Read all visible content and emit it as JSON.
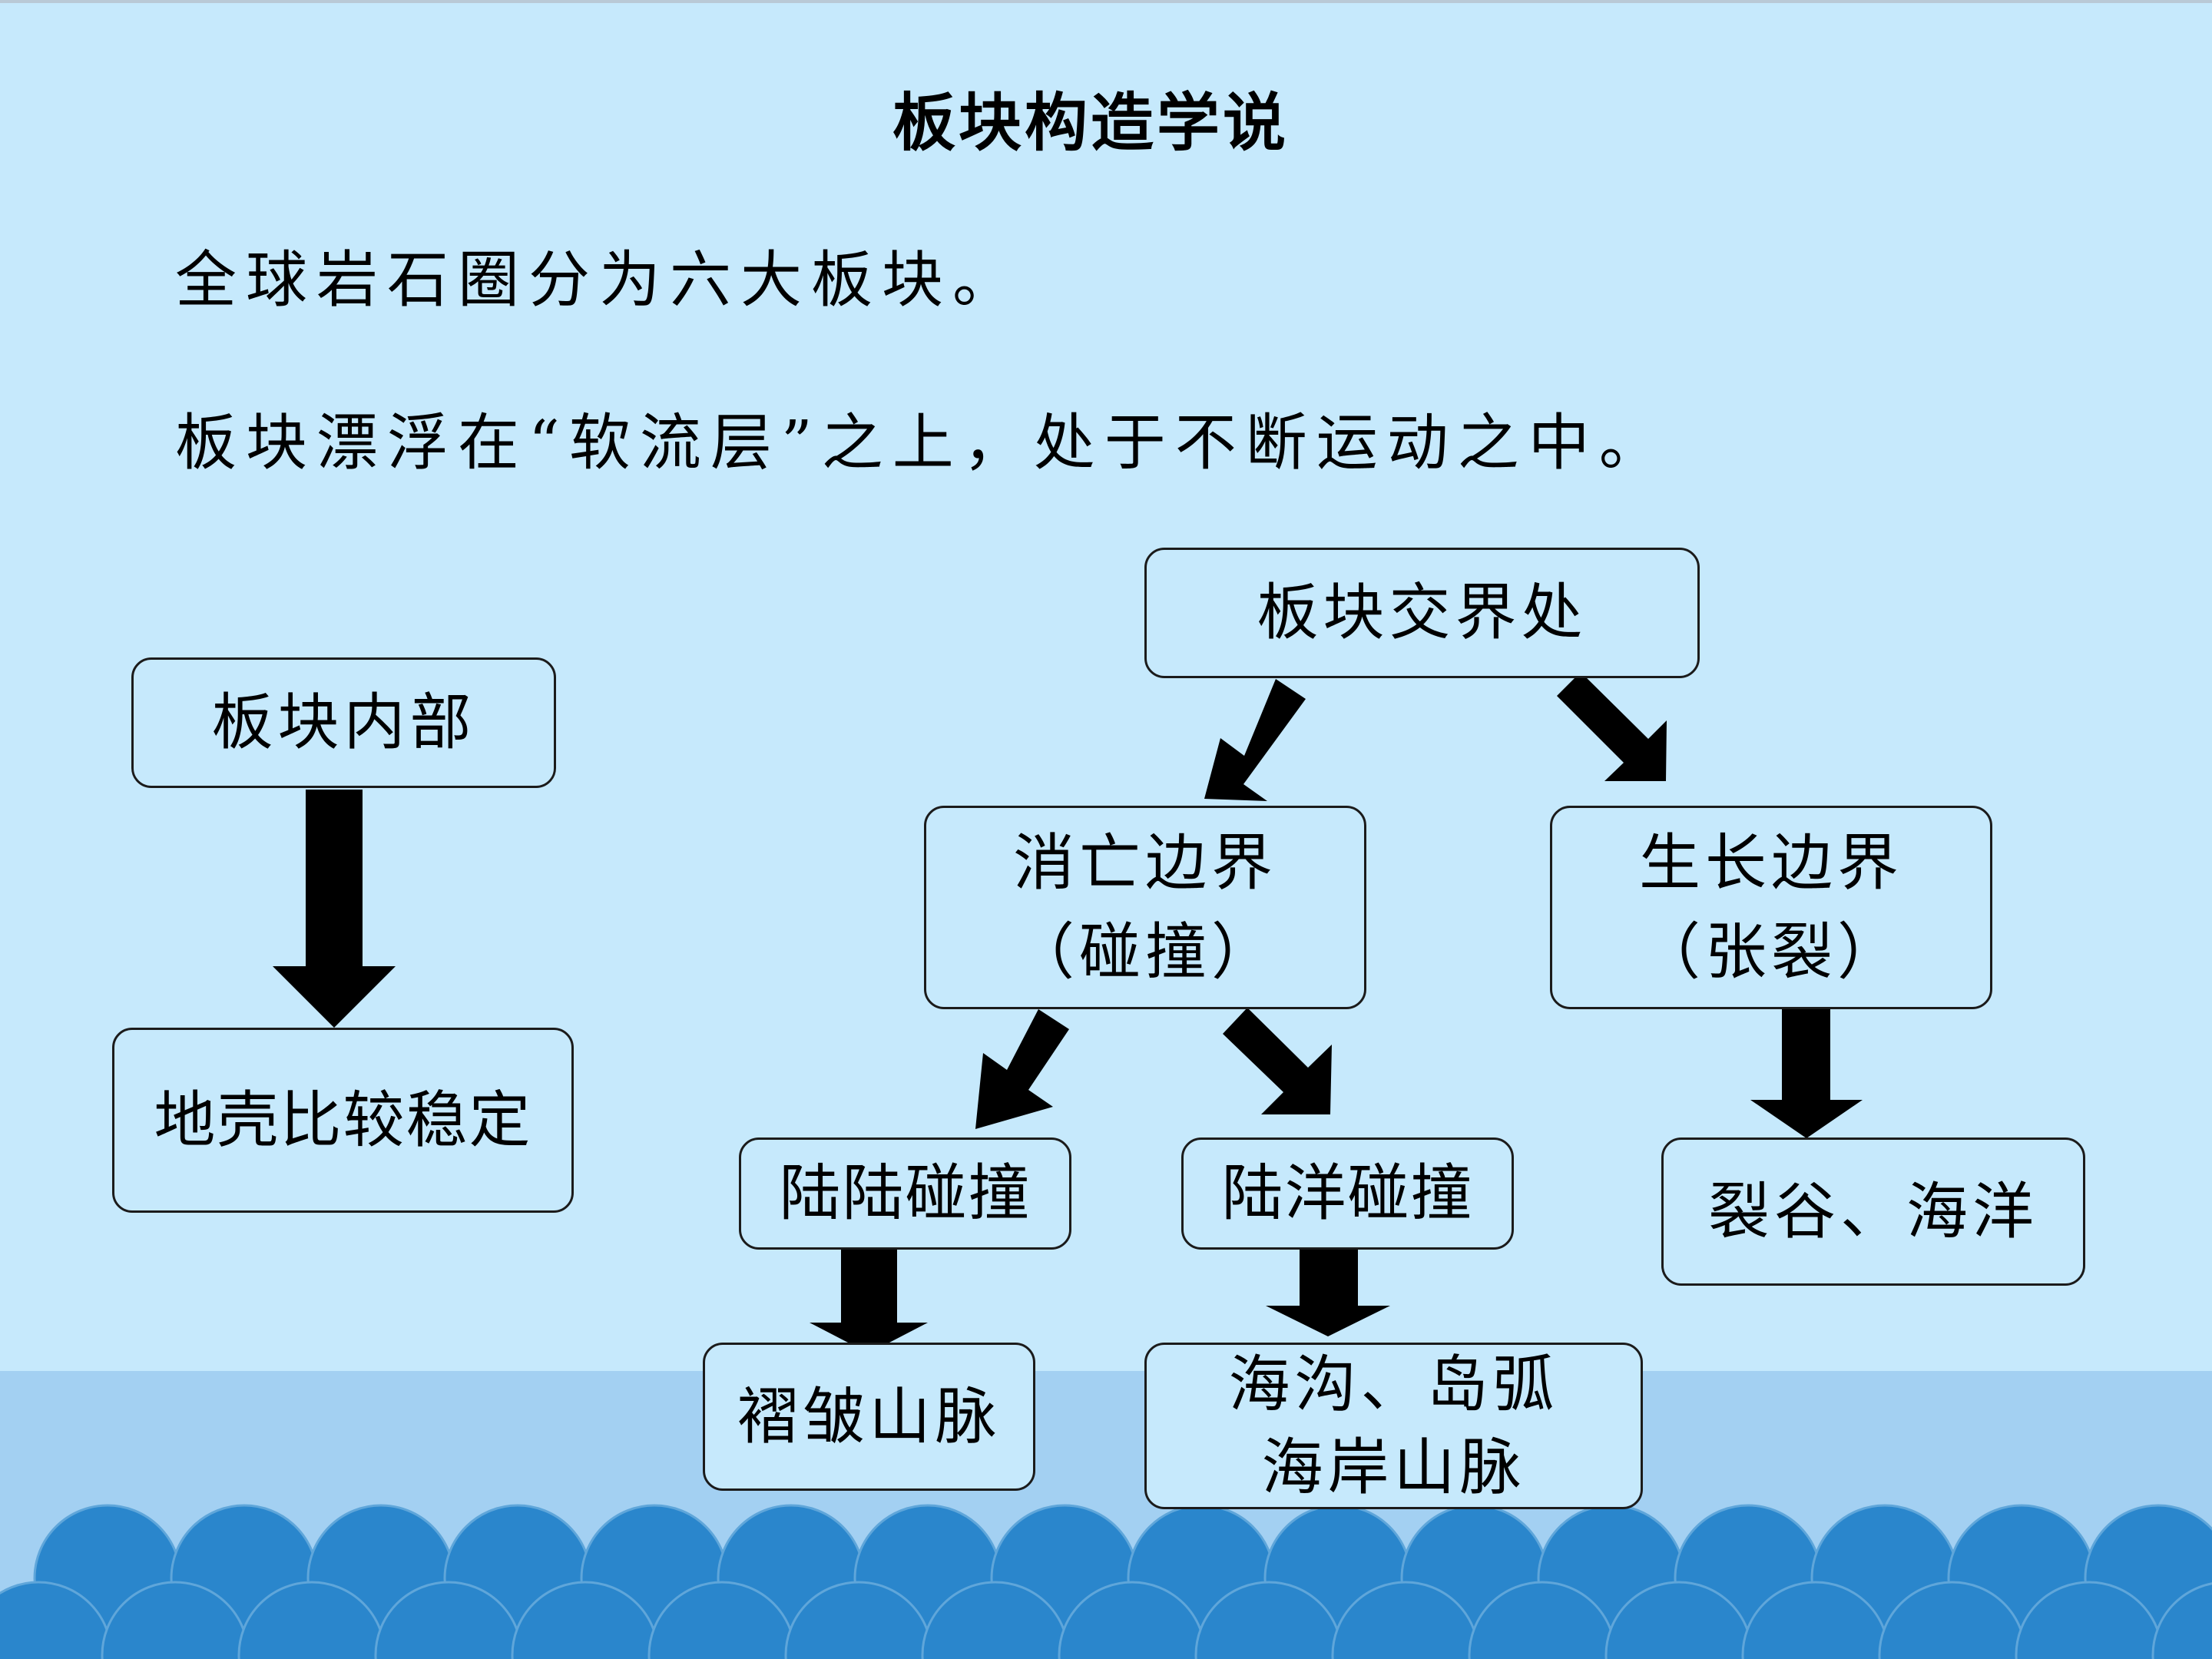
{
  "title": "板块构造学说",
  "statements": [
    "全球岩石圈分为六大板块。",
    "板块漂浮在“软流层”之上，处于不断运动之中。"
  ],
  "diagram": {
    "plate_interior": "板块内部",
    "crust_stable": "地壳比较稳定",
    "plate_boundary": "板块交界处",
    "destructive_boundary": {
      "line1": "消亡边界",
      "line2": "（碰撞）"
    },
    "constructive_boundary": {
      "line1": "生长边界",
      "line2": "（张裂）"
    },
    "continent_continent": "陆陆碰撞",
    "continent_ocean": "陆洋碰撞",
    "rift_ocean": "裂谷、海洋",
    "fold_mountains": "褶皱山脉",
    "trench_arc": {
      "line1": "海沟、岛弧",
      "line2": "海岸山脉"
    }
  },
  "colors": {
    "background": "#c6e9fc",
    "water_band": "#a3d0f2",
    "wave": "#2a86cc",
    "arrow": "#000000"
  }
}
